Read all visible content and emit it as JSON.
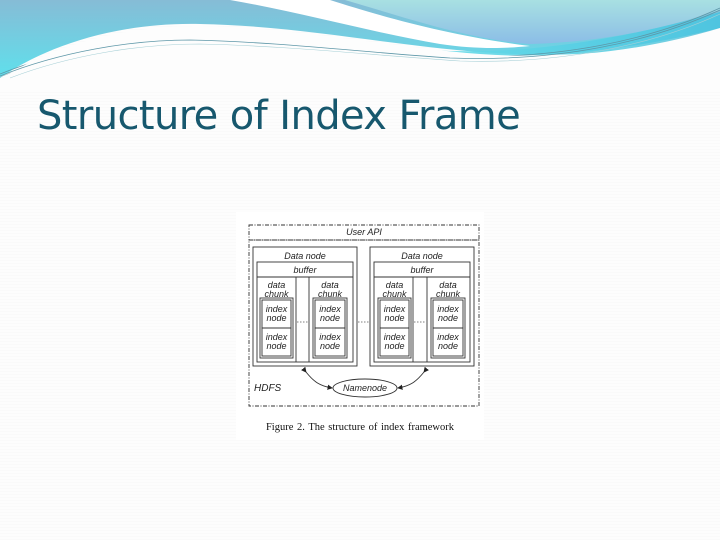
{
  "slide": {
    "title": "Structure of Index Frame",
    "title_color": "#17586e",
    "accent_colors": [
      "#7cc7dc",
      "#63d9e8",
      "#8fb8df",
      "#a9dfe4"
    ]
  },
  "figure": {
    "user_api": "User API",
    "hdfs_label": "HDFS",
    "namenode": "Namenode",
    "data_nodes": [
      {
        "label": "Data node",
        "buffer": "buffer",
        "chunks": [
          {
            "label_line1": "data",
            "label_line2": "chunk",
            "index_nodes": [
              {
                "l1": "index",
                "l2": "node"
              },
              {
                "l1": "index",
                "l2": "node"
              }
            ]
          },
          {
            "label_line1": "data",
            "label_line2": "chunk",
            "index_nodes": [
              {
                "l1": "index",
                "l2": "node"
              },
              {
                "l1": "index",
                "l2": "node"
              }
            ]
          }
        ]
      },
      {
        "label": "Data node",
        "buffer": "buffer",
        "chunks": [
          {
            "label_line1": "data",
            "label_line2": "chunk",
            "index_nodes": [
              {
                "l1": "index",
                "l2": "node"
              },
              {
                "l1": "index",
                "l2": "node"
              }
            ]
          },
          {
            "label_line1": "data",
            "label_line2": "chunk",
            "index_nodes": [
              {
                "l1": "index",
                "l2": "node"
              },
              {
                "l1": "index",
                "l2": "node"
              }
            ]
          }
        ]
      }
    ],
    "ellipsis": "...",
    "caption": "Figure 2.   The structure of index framework"
  }
}
